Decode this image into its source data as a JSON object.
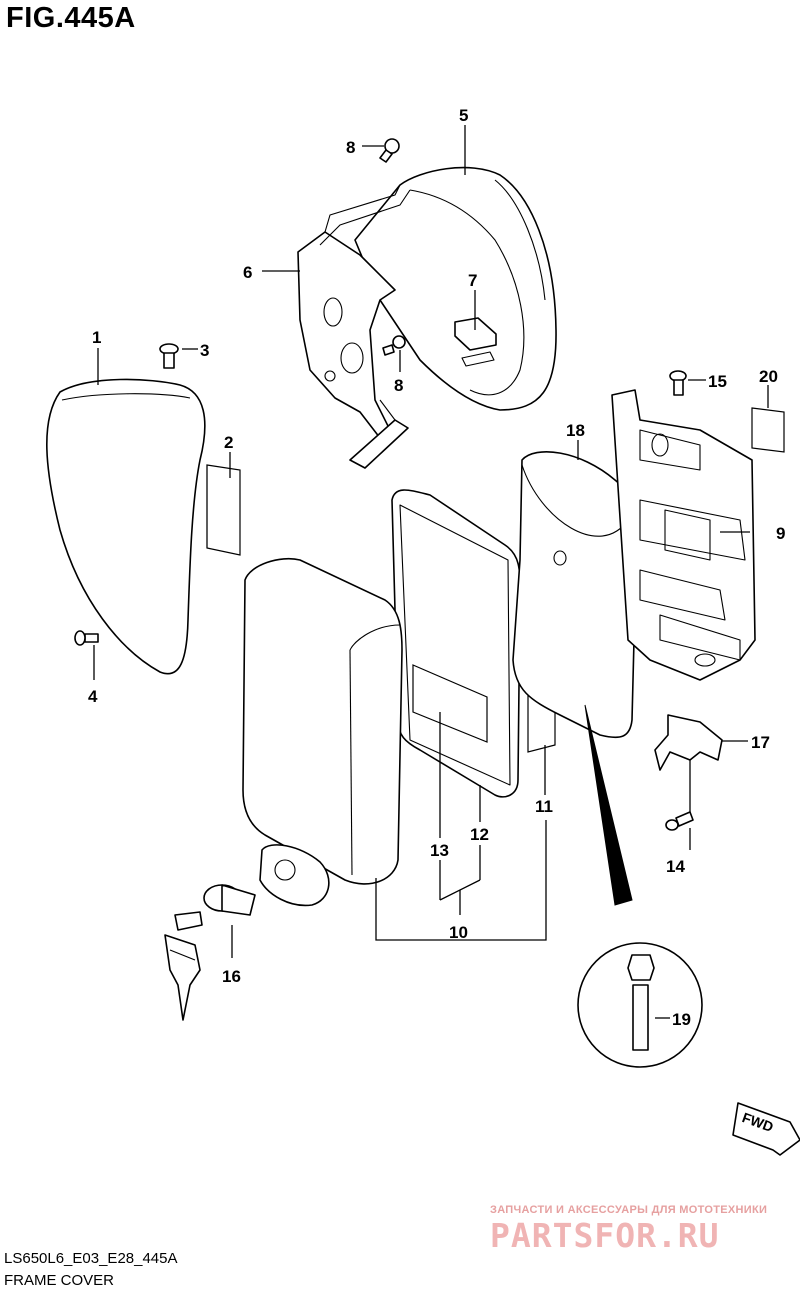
{
  "title": "FIG.445A",
  "callouts": [
    "1",
    "2",
    "3",
    "4",
    "5",
    "6",
    "7",
    "8",
    "8",
    "9",
    "10",
    "11",
    "12",
    "13",
    "14",
    "15",
    "16",
    "17",
    "18",
    "19",
    "20"
  ],
  "fwd_label": "FWD",
  "footer": {
    "code": "LS650L6_E03_E28_445A",
    "name": "FRAME COVER"
  },
  "watermark": {
    "tagline": "ЗАПЧАСТИ И АКСЕССУАРЫ ДЛЯ МОТОТЕХНИКИ",
    "logo": "PARTSFOR.RU"
  }
}
